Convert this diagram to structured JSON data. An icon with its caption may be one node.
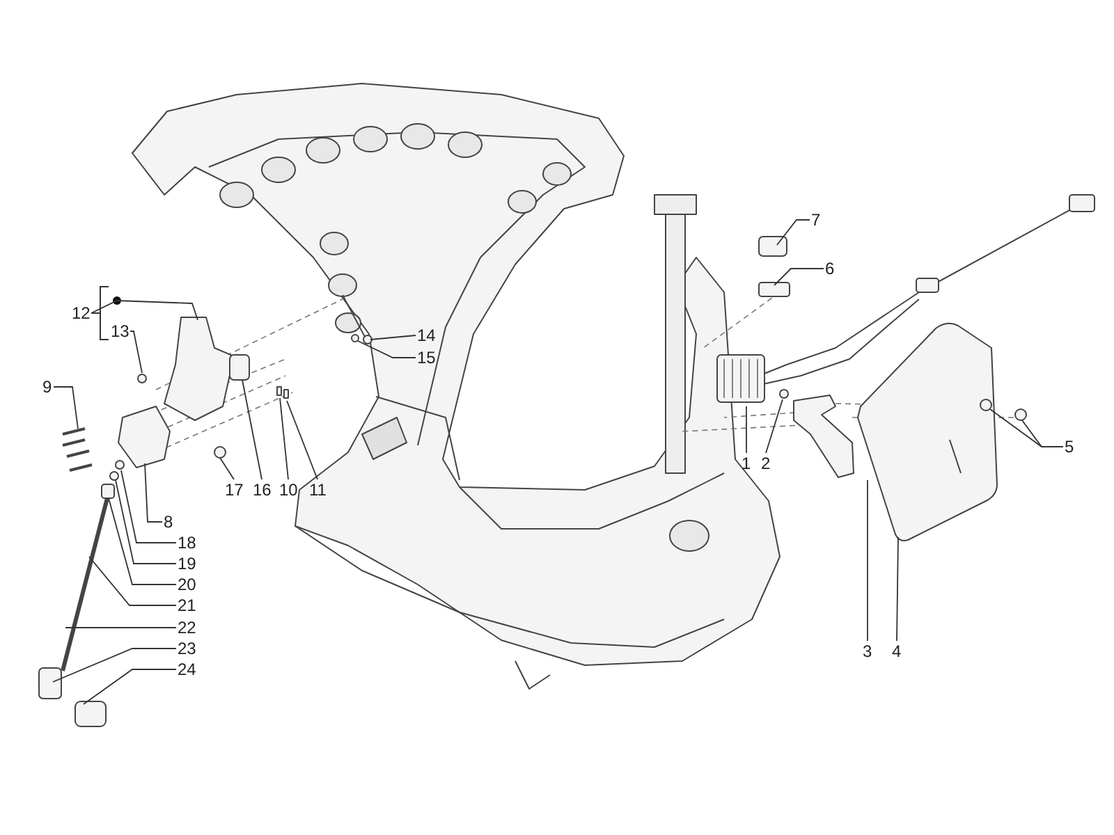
{
  "diagram": {
    "nodes": [
      {
        "text": [
          "7"
        ]
      },
      {
        "text": [
          "6"
        ]
      },
      {
        "text": [
          "12"
        ]
      },
      {
        "text": [
          "13"
        ]
      },
      {
        "text": [
          "14"
        ]
      },
      {
        "text": [
          "15"
        ]
      },
      {
        "text": [
          "9"
        ]
      },
      {
        "text": [
          "1"
        ]
      },
      {
        "text": [
          "2"
        ]
      },
      {
        "text": [
          "5"
        ]
      },
      {
        "text": [
          "17"
        ]
      },
      {
        "text": [
          "16"
        ]
      },
      {
        "text": [
          "10"
        ]
      },
      {
        "text": [
          "11"
        ]
      },
      {
        "text": [
          "8"
        ]
      },
      {
        "text": [
          "18"
        ]
      },
      {
        "text": [
          "19"
        ]
      },
      {
        "text": [
          "20"
        ]
      },
      {
        "text": [
          "21"
        ]
      },
      {
        "text": [
          "22"
        ]
      },
      {
        "text": [
          "23"
        ]
      },
      {
        "text": [
          "24"
        ]
      },
      {
        "text": [
          "3"
        ]
      },
      {
        "text": [
          "4"
        ]
      }
    ],
    "edges": [
      {
        "from": 0,
        "to": null,
        "arrow": "none"
      },
      {
        "from": 1,
        "to": null,
        "arrow": "none"
      },
      {
        "from": 2,
        "to": null,
        "arrow": "none"
      },
      {
        "from": 3,
        "to": null,
        "arrow": "none"
      },
      {
        "from": 4,
        "to": null,
        "arrow": "none"
      },
      {
        "from": 5,
        "to": null,
        "arrow": "none"
      },
      {
        "from": 6,
        "to": null,
        "arrow": "none"
      },
      {
        "from": 7,
        "to": null,
        "arrow": "none"
      },
      {
        "from": 8,
        "to": null,
        "arrow": "none"
      },
      {
        "from": 9,
        "to": null,
        "arrow": "none"
      },
      {
        "from": 9,
        "to": null,
        "arrow": "none"
      },
      {
        "from": 10,
        "to": null,
        "arrow": "none"
      },
      {
        "from": 11,
        "to": null,
        "arrow": "none"
      },
      {
        "from": 12,
        "to": null,
        "arrow": "none"
      },
      {
        "from": 13,
        "to": null,
        "arrow": "none"
      },
      {
        "from": 14,
        "to": null,
        "arrow": "none"
      },
      {
        "from": 15,
        "to": null,
        "arrow": "none"
      },
      {
        "from": 16,
        "to": null,
        "arrow": "none"
      },
      {
        "from": 17,
        "to": null,
        "arrow": "none"
      },
      {
        "from": 18,
        "to": null,
        "arrow": "none"
      },
      {
        "from": 19,
        "to": null,
        "arrow": "none"
      },
      {
        "from": 20,
        "to": null,
        "arrow": "none"
      },
      {
        "from": 21,
        "to": null,
        "arrow": "none"
      },
      {
        "from": 22,
        "to": null,
        "arrow": "none"
      },
      {
        "from": 23,
        "to": null,
        "arrow": "none"
      }
    ]
  }
}
